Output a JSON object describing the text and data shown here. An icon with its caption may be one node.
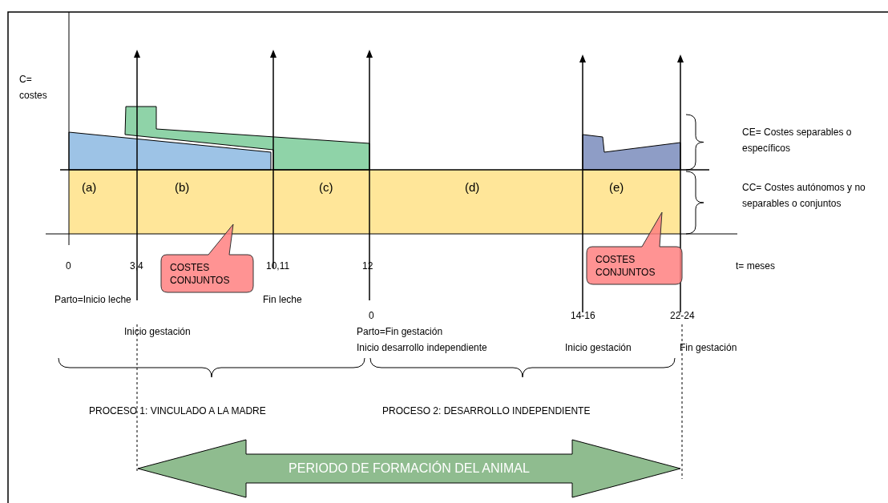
{
  "diagram": {
    "nodes": [
      {
        "text": [
          "COSTES CONJUNTOS"
        ]
      },
      {
        "text": [
          "COSTES CONJUNTOS"
        ]
      },
      {
        "text": [
          "PERIODO DE FORMACIÓN DEL ANIMAL"
        ]
      }
    ],
    "labels": [
      "C= costes",
      "(a)",
      "(b)",
      "(c)",
      "(d)",
      "(e)",
      "CE= Costes separables o específicos",
      "CC= Costes autónomos y no separables o conjuntos",
      "0",
      "3,4",
      "10,11",
      "12",
      "t= meses",
      "Parto=Inicio leche",
      "Fin leche",
      "0",
      "14-16",
      "22-24",
      "Inicio gestación",
      "Parto=Fin gestación",
      "Inicio desarrollo independiente",
      "Inicio gestación",
      "Fin gestación",
      "PROCESO 1: VINCULADO A LA MADRE",
      "PROCESO 2: DESARROLLO INDEPENDIENTE"
    ]
  }
}
